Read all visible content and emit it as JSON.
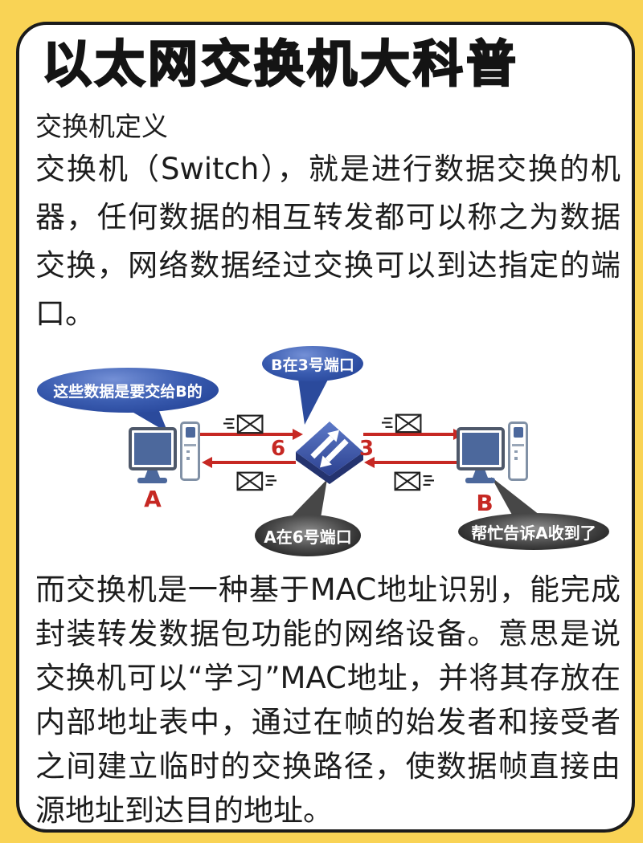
{
  "header": {
    "title": "以太网交换机大科普"
  },
  "sections": {
    "definition_heading": "交换机定义",
    "definition_text": "交换机（Switch），就是进行数据交换的机器，任何数据的相互转发都可以称之为数据交换，网络数据经过交换可以到达指定的端口。",
    "mac_text": "而交换机是一种基于MAC地址识别，能完成封装转发数据包功能的网络设备。意思是说交换机可以“学习”MAC地址，并将其存放在内部地址表中，通过在帧的始发者和接受者之间建立临时的交换路径，使数据帧直接由源地址到达目的地址。"
  },
  "diagram": {
    "bubble_a_message": "这些数据是要交给B的",
    "bubble_switch_to_b": "B在3号端口",
    "bubble_switch_to_a": "A在6号端口",
    "bubble_b_message": "帮忙告诉A收到了",
    "host_a_label": "A",
    "host_b_label": "B",
    "port_a_number": "6",
    "port_b_number": "3"
  },
  "colors": {
    "background_yellow": "#f9d355",
    "card_border_black": "#1b1b1b",
    "body_text": "#1c1c1c",
    "flow_red": "#c62823",
    "bubble_blue": "#2d4fa5",
    "bubble_dark_gray": "#3a3a3a",
    "screen_blue": "#4c689c",
    "switch_top_blue": "#3e57a6",
    "switch_side_blue": "#24336f"
  }
}
